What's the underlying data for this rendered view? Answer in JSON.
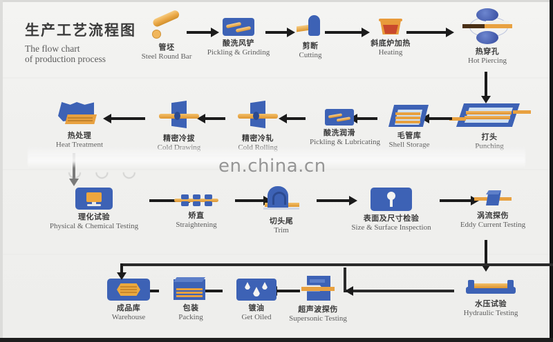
{
  "title": {
    "zh": "生产工艺流程图",
    "en_line1": "The flow chart",
    "en_line2": "of production process"
  },
  "watermark": {
    "url": "en.china.cn",
    "ghost": "  "
  },
  "colors": {
    "blue": "#3d62b5",
    "orange": "#e8a140",
    "arrow": "#1b1b1b",
    "background": "#f0f0ee",
    "text_zh": "#3a3a3a",
    "text_en": "#5d5d5d"
  },
  "rows": [
    {
      "id": "row-1",
      "direction": "left-to-right",
      "steps": [
        {
          "icon": "steel-round-bar-icon",
          "zh": "管坯",
          "en": "Steel Round Bar"
        },
        {
          "icon": "pickling-grinding-icon",
          "zh": "酸洗风铲",
          "en": "Pickling & Grinding"
        },
        {
          "icon": "cutting-icon",
          "zh": "剪断",
          "en": "Cutting"
        },
        {
          "icon": "heating-furnace-icon",
          "zh": "斜底炉加热",
          "en": "Heating"
        },
        {
          "icon": "hot-piercing-icon",
          "zh": "热穿孔",
          "en": "Hot Piercing"
        }
      ]
    },
    {
      "id": "row-2",
      "direction": "right-to-left",
      "steps": [
        {
          "icon": "heat-treatment-icon",
          "zh": "热处理",
          "en": "Heat Treatment"
        },
        {
          "icon": "cold-drawing-icon",
          "zh": "精密冷拔",
          "en": "Cold Drawing"
        },
        {
          "icon": "cold-rolling-icon",
          "zh": "精密冷轧",
          "en": "Cold Rolling"
        },
        {
          "icon": "pickling-lubricating-icon",
          "zh": "酸洗润滑",
          "en": "Pickling & Lubricating"
        },
        {
          "icon": "shell-store-icon",
          "zh": "毛管库",
          "en": "Shell Storage"
        },
        {
          "icon": "punching-icon",
          "zh": "打头",
          "en": "Punching"
        }
      ]
    },
    {
      "id": "row-3",
      "direction": "left-to-right",
      "steps": [
        {
          "icon": "physical-chemical-testing-icon",
          "zh": "理化试验",
          "en": "Physical & Chemical Testing"
        },
        {
          "icon": "straightening-icon",
          "zh": "矫直",
          "en": "Straightening"
        },
        {
          "icon": "trim-icon",
          "zh": "切头尾",
          "en": "Trim"
        },
        {
          "icon": "size-surface-inspection-icon",
          "zh": "表面及尺寸检验",
          "en": "Size & Surface Inspection"
        },
        {
          "icon": "eddy-current-testing-icon",
          "zh": "涡流探伤",
          "en": "Eddy Current Testing"
        }
      ]
    },
    {
      "id": "row-4",
      "direction": "right-to-left",
      "steps": [
        {
          "icon": "warehouse-icon",
          "zh": "成品库",
          "en": "Warehouse"
        },
        {
          "icon": "packing-icon",
          "zh": "包装",
          "en": "Packing"
        },
        {
          "icon": "get-oiled-icon",
          "zh": "镀油",
          "en": "Get Oiled"
        },
        {
          "icon": "supersonic-testing-icon",
          "zh": "超声波探伤",
          "en": "Supersonic Testing"
        },
        {
          "icon": "hydraulic-testing-icon",
          "zh": "水压试验",
          "en": "Hydraulic Testing"
        }
      ]
    }
  ]
}
